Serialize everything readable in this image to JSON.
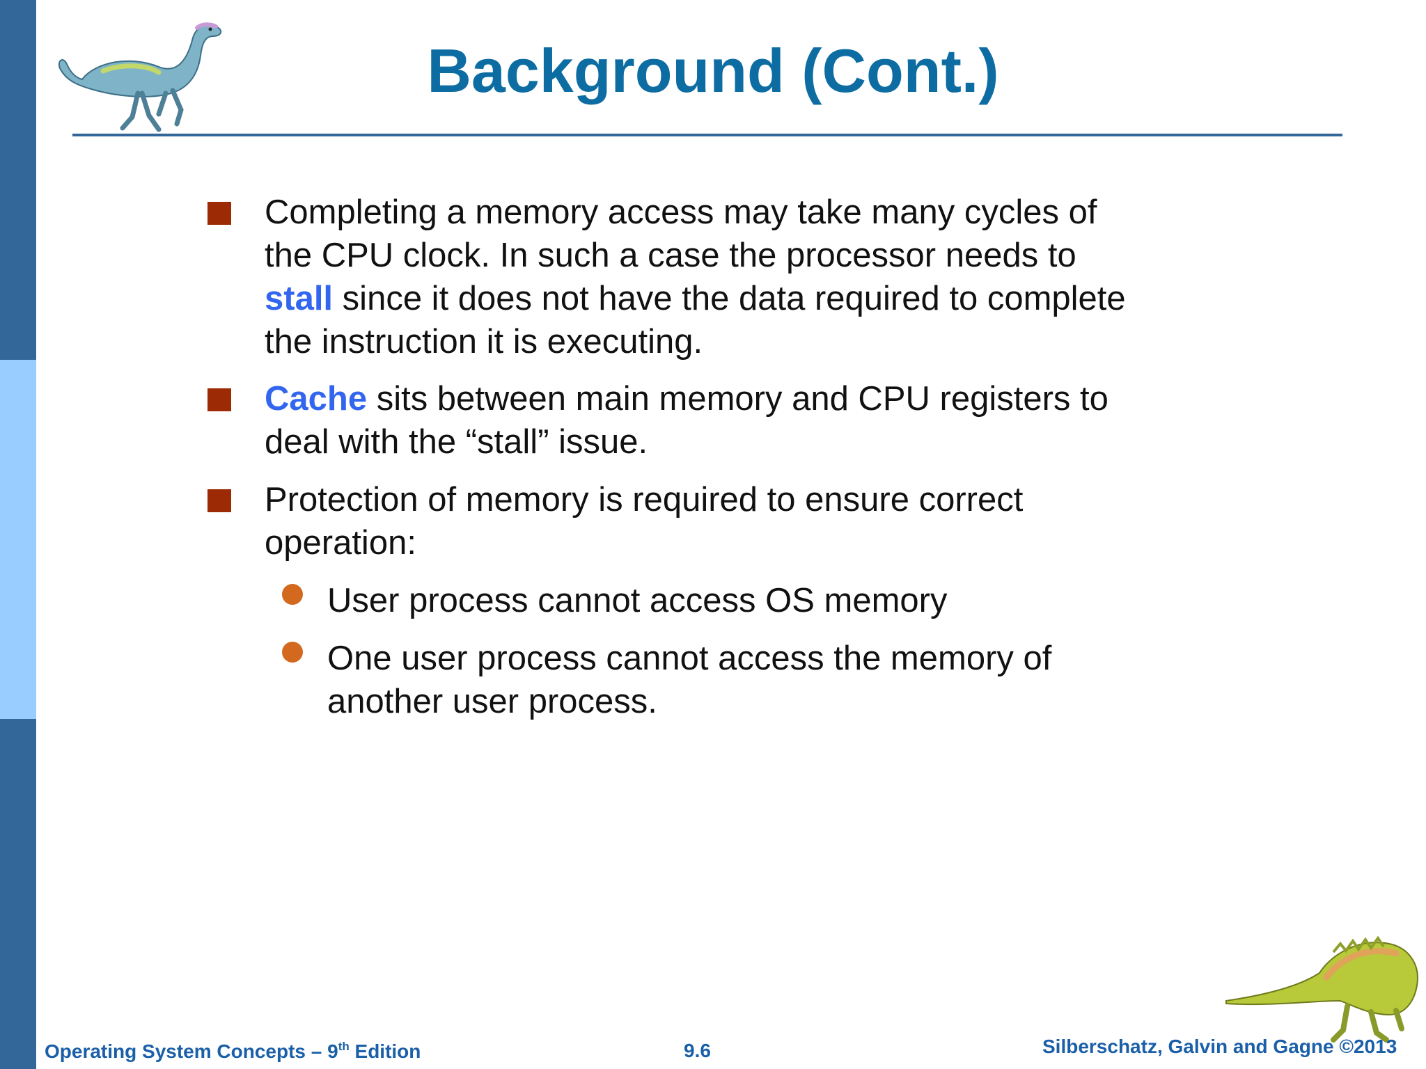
{
  "slide": {
    "title": "Background (Cont.)",
    "bullets": [
      {
        "lines": [
          {
            "pre": "",
            "kw": "",
            "post": "Completing a memory access may take many cycles of"
          },
          {
            "pre": "",
            "kw": "",
            "post": "the  CPU clock.  In such a case the processor needs to"
          },
          {
            "pre": "",
            "kw": "stall",
            "post": " since it does not have the data required to complete"
          },
          {
            "pre": "",
            "kw": "",
            "post": "the instruction it is executing."
          }
        ]
      },
      {
        "lines": [
          {
            "pre": "",
            "kw": "Cache",
            "post": " sits between main memory and CPU registers to"
          },
          {
            "pre": "",
            "kw": "",
            "post": "deal with the “stall” issue."
          }
        ]
      },
      {
        "lines": [
          {
            "pre": "",
            "kw": "",
            "post": "Protection of memory  is required to ensure correct"
          },
          {
            "pre": "",
            "kw": "",
            "post": "operation:"
          }
        ],
        "subbullets": [
          {
            "lines": [
              "User process cannot access OS memory"
            ]
          },
          {
            "lines": [
              "One user process cannot access the memory of",
              "another user process."
            ]
          }
        ]
      }
    ]
  },
  "footer": {
    "left_main": "Operating System Concepts – 9",
    "left_sup": "th",
    "left_tail": " Edition",
    "center": "9.6",
    "right": "Silberschatz, Galvin and Gagne ©2013"
  },
  "colors": {
    "title": "#0d6da3",
    "sidebar": "#336699",
    "sidebar_light": "#99ccff",
    "square_bullet": "#9c2a05",
    "round_bullet": "#d2691e",
    "keyword": "#3366ee",
    "footer": "#1a5fa8"
  },
  "icons": [
    "dinosaur-illustration-top",
    "dinosaur-illustration-bottom"
  ]
}
